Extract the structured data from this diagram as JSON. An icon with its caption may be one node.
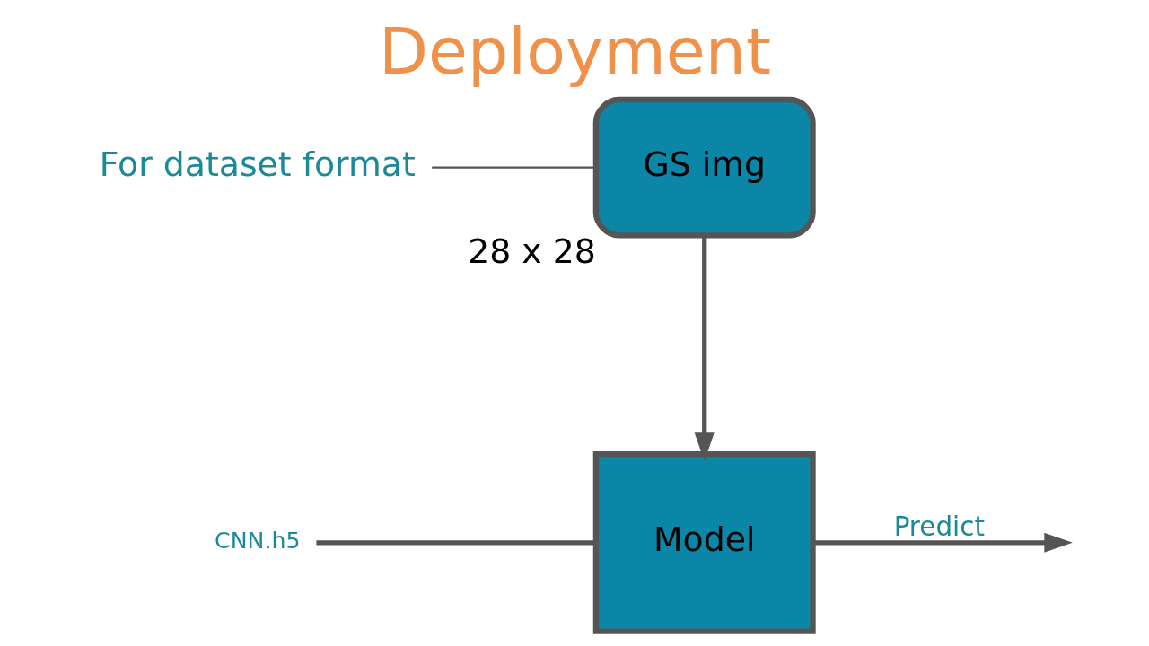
{
  "diagram": {
    "title": "Deployment",
    "nodes": [
      {
        "text": [
          "CNN.h5"
        ]
      },
      {
        "text": [
          "Model"
        ]
      },
      {
        "text": [
          "GS img"
        ],
        "beside": [
          "28 x 28"
        ]
      },
      {
        "text": [
          "For dataset format"
        ]
      }
    ],
    "edges": [
      {
        "from": 0,
        "to": 1,
        "arrow": "none"
      },
      {
        "from": 1,
        "to": null,
        "arrow": "to",
        "label": "Predict"
      },
      {
        "from": 2,
        "to": 1,
        "arrow": "to"
      },
      {
        "from": 3,
        "to": 2,
        "arrow": "none"
      }
    ]
  }
}
